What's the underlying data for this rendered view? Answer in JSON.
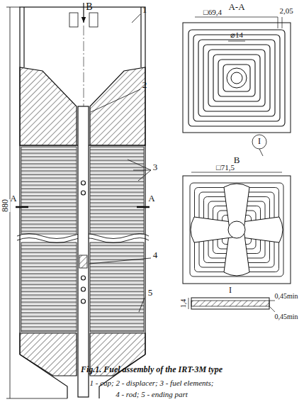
{
  "diagram": {
    "caption": "Fig.1. Fuel assembly of the IRT-3M type",
    "labels": [
      "B",
      "1",
      "2",
      "3",
      "A",
      "A",
      "880",
      "4",
      "5",
      "A-A",
      "□69,4",
      "2,05",
      "⌀14",
      "I",
      "B",
      "□71,5",
      "I",
      "0,45min",
      "0,45min",
      "1,4",
      "1 - cap; 2 - displacer; 3 - fuel elements;",
      "4 - rod; 5 - ending part"
    ]
  }
}
